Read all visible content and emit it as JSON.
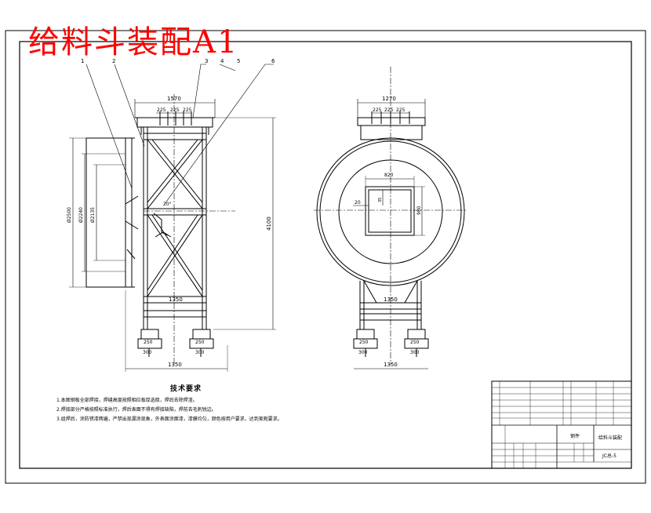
{
  "title": "给料斗装配A1",
  "title_color": "#ff0000",
  "line_color": "#000000",
  "part_numbers": [
    "1",
    "2",
    "3",
    "4",
    "5",
    "6"
  ],
  "front_view": {
    "dim_top_overall": "1570",
    "dim_top_pitch": [
      "225",
      "225",
      "225"
    ],
    "dim_height": "4100",
    "dim_mid_width": "1350",
    "dim_bottom_width": "1350",
    "dim_left_dia_outer": "Ø2500",
    "dim_left_dia_mid": "Ø2240",
    "dim_left_dia_inner": "Ø2135",
    "foot_left_top": "250",
    "foot_left_bottom": "300",
    "foot_right_top": "250",
    "foot_right_bottom": "300",
    "angle_label": "20°"
  },
  "side_view": {
    "dim_top_overall": "1270",
    "dim_top_pitch": [
      "225",
      "225",
      "225"
    ],
    "dim_opening_width": "820",
    "dim_opening_height": "980",
    "dim_offset_left": "20",
    "dim_offset_small": "35",
    "dim_mid_width": "1350",
    "dim_bottom_width": "1350",
    "foot_left_top": "250",
    "foot_left_bottom": "300",
    "foot_right_top": "250",
    "foot_right_bottom": "300"
  },
  "technical_requirements": {
    "heading": "技术要求",
    "lines": [
      "1.本图钢板全部焊接，焊缝高度按照相应板厚选取，焊后去除焊渣。",
      "2.焊接部分严格按照标准执行，焊后表面不得有焊接缺陷，焊前去毛刺锐边。",
      "3.组焊后，涂防锈漆两遍，严禁出现漏涂现象，外表面涂面漆，漆膜均匀，颜色按用户要求，达到美观要求。"
    ]
  },
  "title_block": {
    "drawing_name": "给料斗装配",
    "drawing_code": "JC总-5",
    "material_label": "钢件"
  }
}
